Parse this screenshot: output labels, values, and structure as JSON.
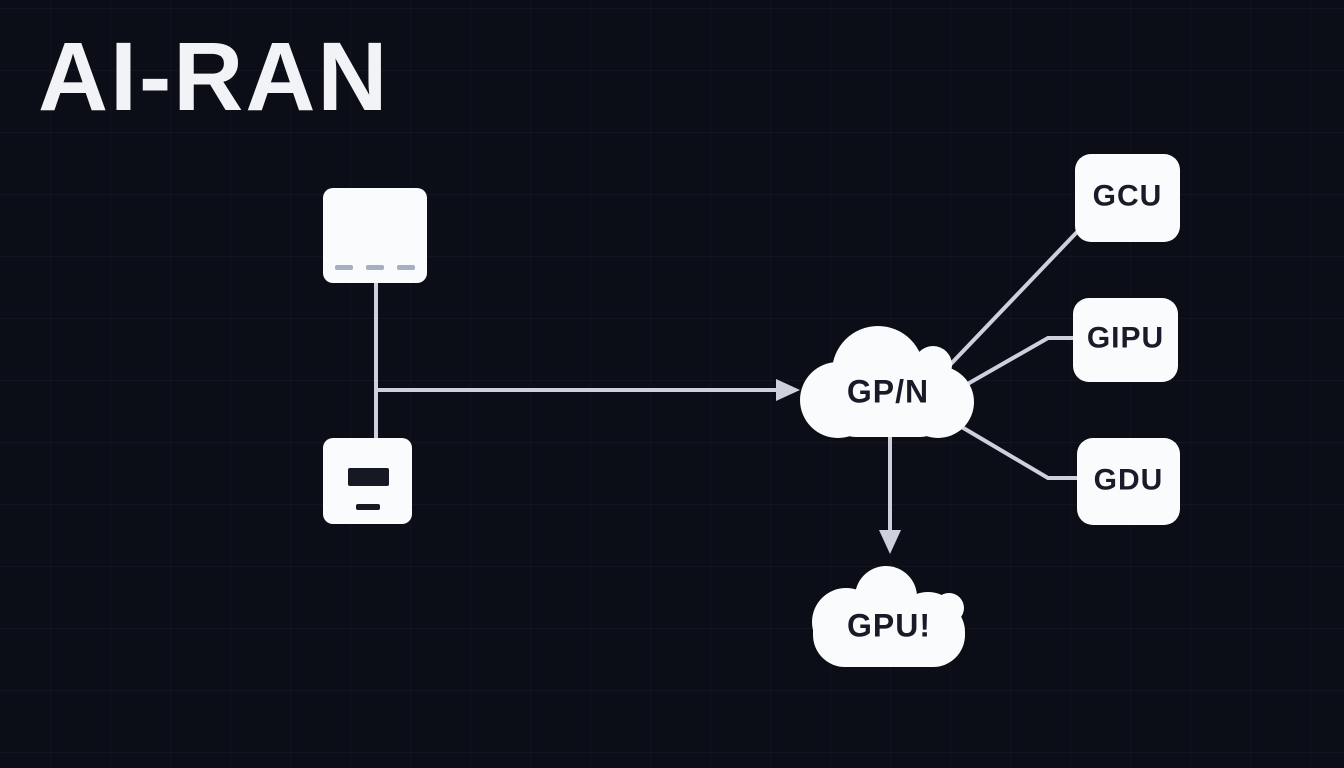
{
  "title": "AI-RAN",
  "colors": {
    "background": "#0c0e17",
    "grid_line": "rgba(140,150,185,0.05)",
    "node_fill": "#fafbfd",
    "wire": "#ced1dd",
    "dark_label": "#191b28",
    "server_dash": "#a8adc0",
    "title_text": "#f2f3f6"
  },
  "clouds": {
    "gpn": {
      "label": "GP/N"
    },
    "gpu": {
      "label": "GPU!"
    }
  },
  "nodes": {
    "gcu": {
      "label": "GCU"
    },
    "gipu": {
      "label": "GIPU"
    },
    "gdu": {
      "label": "GDU"
    }
  }
}
